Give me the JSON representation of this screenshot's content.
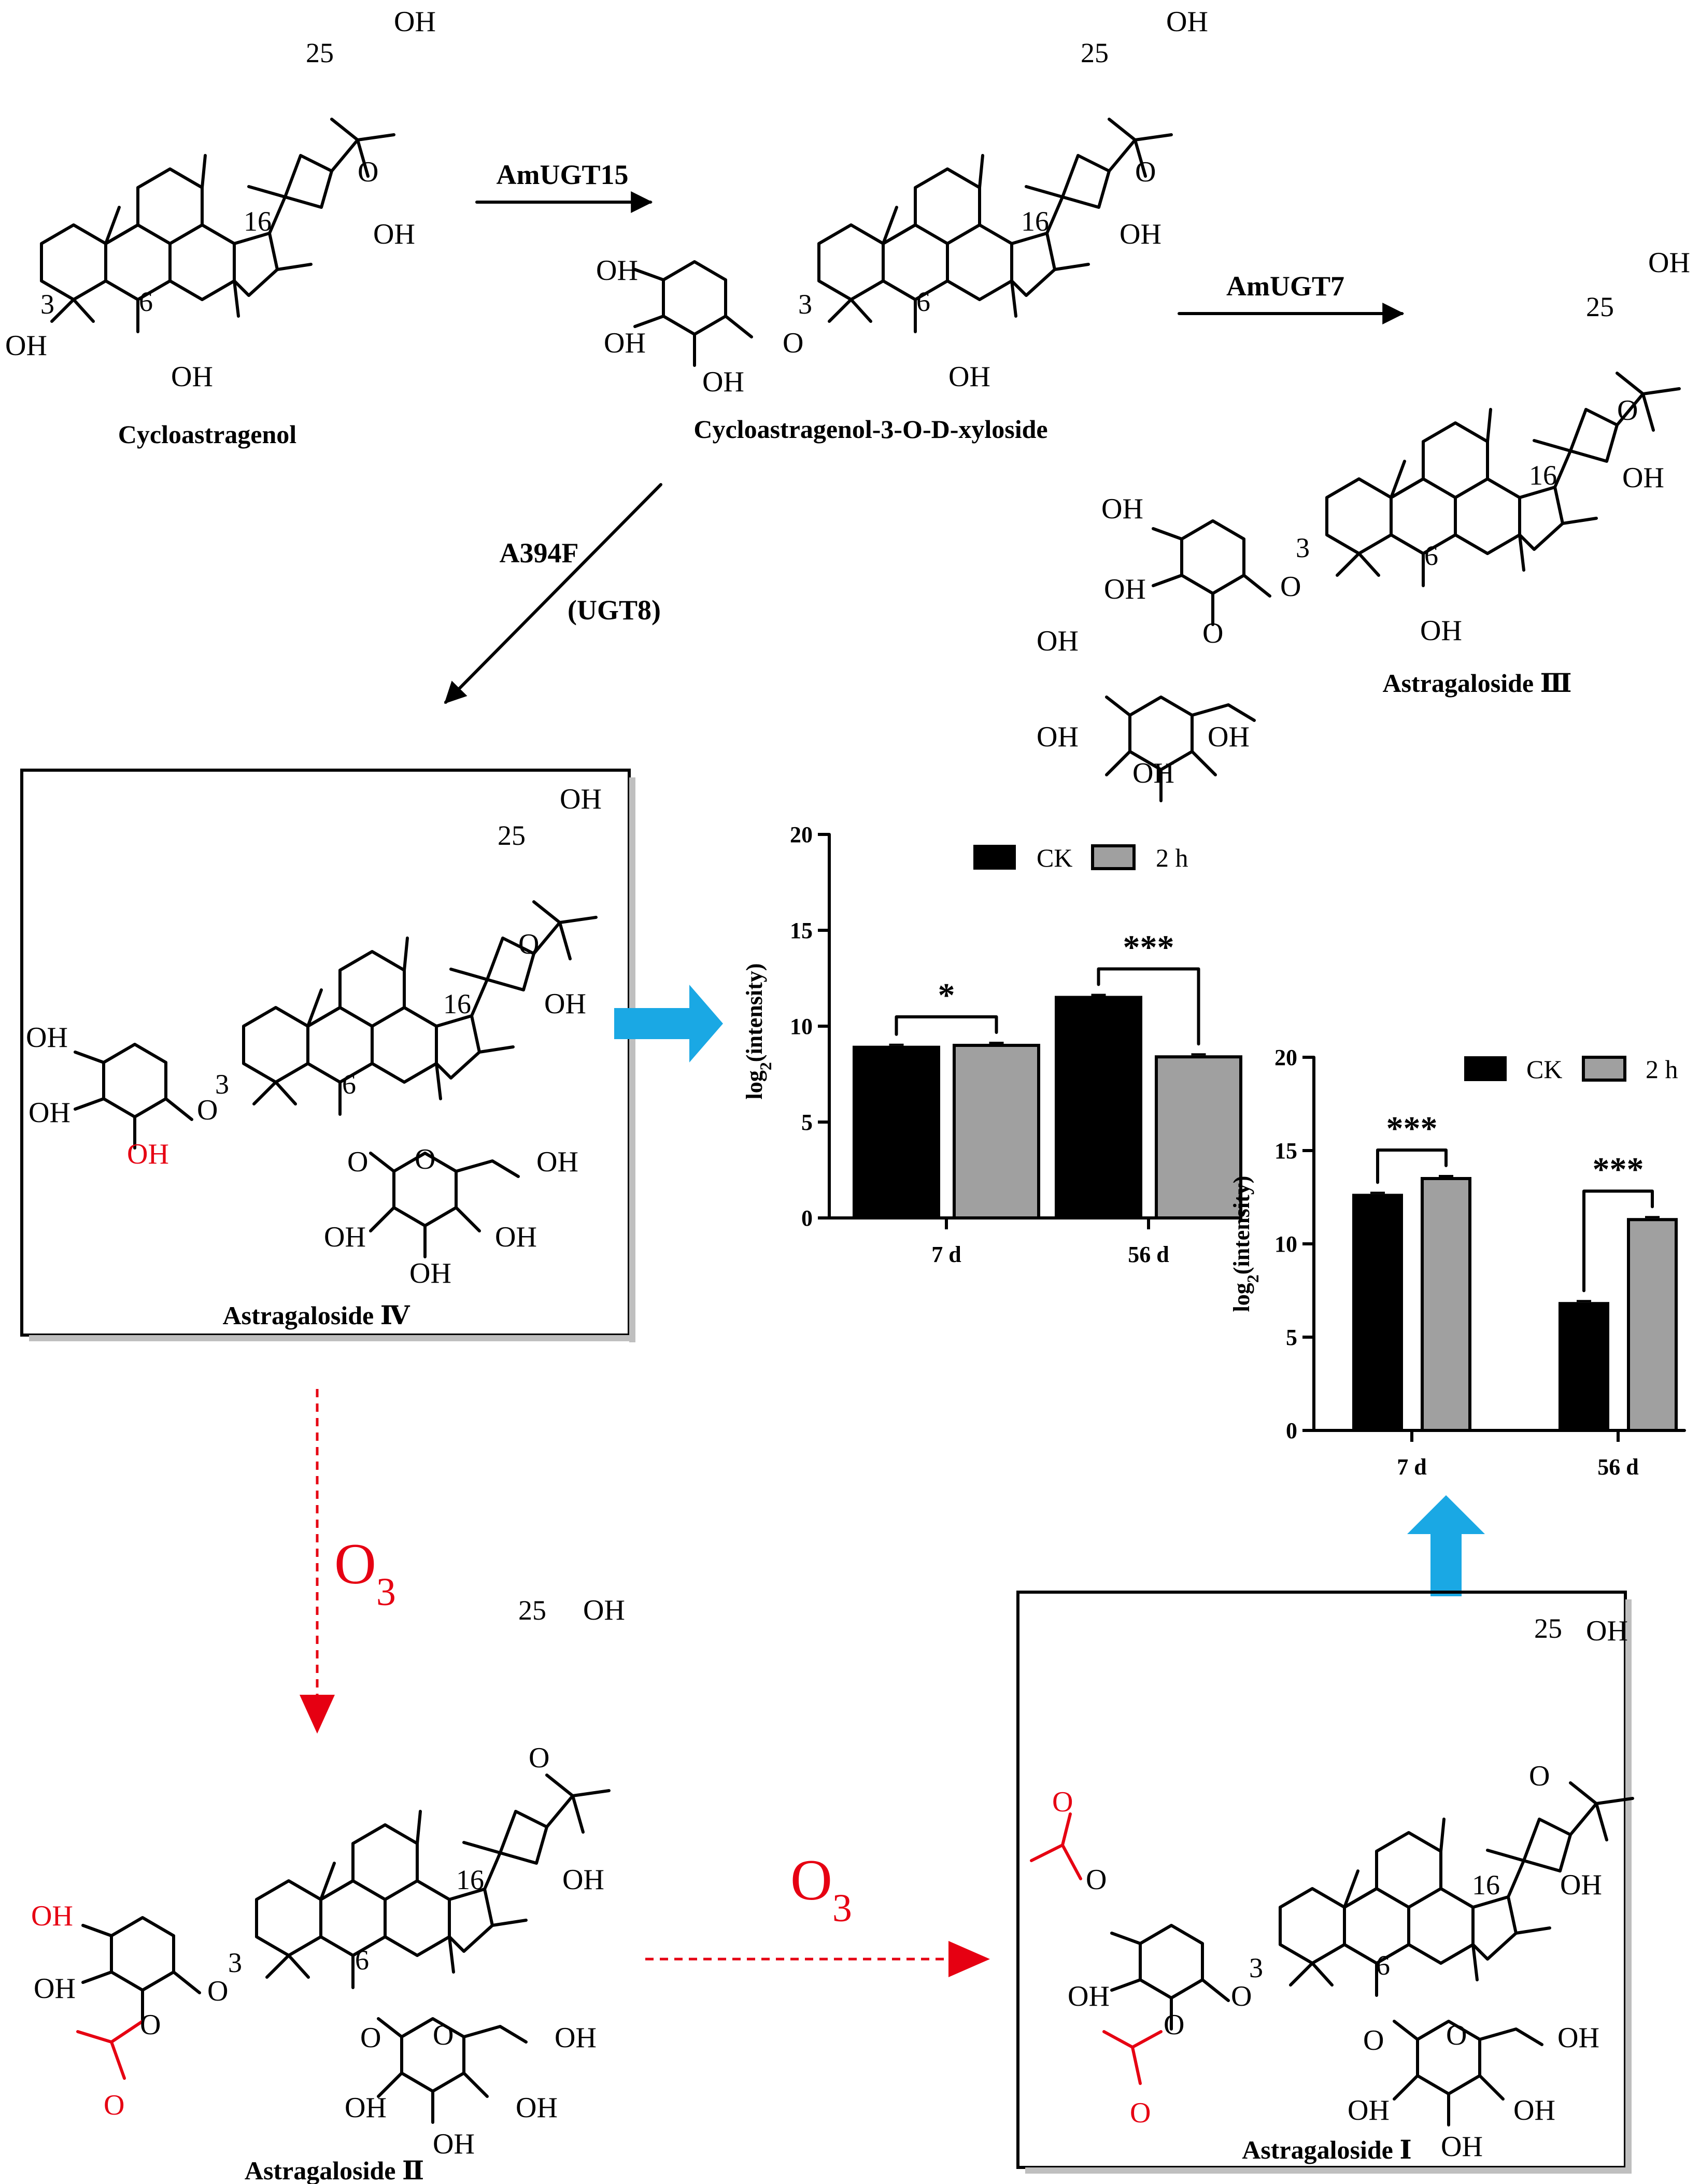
{
  "compounds": {
    "cycloastragenol": "Cycloastragenol",
    "xyloside": "Cycloastragenol-3-O-D-xyloside",
    "ast3": "Astragaloside Ⅲ",
    "ast4": "Astragaloside Ⅳ",
    "ast2": "Astragaloside Ⅱ",
    "ast1": "Astragaloside Ⅰ"
  },
  "enzymes": {
    "e1": "AmUGT15",
    "e2": "AmUGT7",
    "e3a": "A394F",
    "e3b": "(UGT8)"
  },
  "ozone": "O",
  "ozone_sub": "3",
  "atoms": {
    "oh": "OH",
    "o": "O",
    "c3": "3",
    "c6": "6",
    "c16": "16",
    "c25": "25"
  },
  "colors": {
    "ck": "#000000",
    "h2": "#a0a0a0",
    "red": "#e60012",
    "blue_arrow": "#1aa8e4"
  },
  "chart_data": [
    {
      "type": "bar",
      "categories": [
        "7 d",
        "56 d"
      ],
      "series": [
        {
          "name": "CK",
          "values": [
            8.9,
            11.5
          ]
        },
        {
          "name": "2 h",
          "values": [
            9.0,
            8.4
          ]
        }
      ],
      "ylabel": "log2(intensity)",
      "ylabel_main": "log",
      "ylabel_sub": "2",
      "ylabel_rest": "(intensity)",
      "ylim": [
        0,
        20
      ],
      "yticks": [
        "0",
        "5",
        "10",
        "15",
        "20"
      ],
      "significance": [
        "*",
        "***"
      ],
      "legend": "top-right"
    },
    {
      "type": "bar",
      "categories": [
        "7 d",
        "56 d"
      ],
      "series": [
        {
          "name": "CK",
          "values": [
            12.6,
            6.8
          ]
        },
        {
          "name": "2 h",
          "values": [
            13.5,
            11.3
          ]
        }
      ],
      "ylabel": "log2(intensity)",
      "ylabel_main": "log",
      "ylabel_sub": "2",
      "ylabel_rest": "(intensity)",
      "ylim": [
        0,
        20
      ],
      "yticks": [
        "0",
        "5",
        "10",
        "15",
        "20"
      ],
      "significance": [
        "***",
        "***"
      ],
      "legend": "top-right"
    }
  ]
}
